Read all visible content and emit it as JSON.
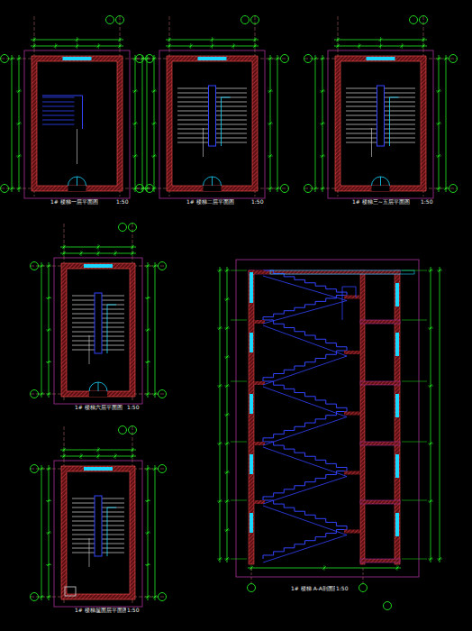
{
  "diagram": {
    "labels": [
      "1# 楼梯一层平面图",
      "1:50",
      "1# 楼梯二层平面图",
      "1:50",
      "1# 楼梯三~五层平面图",
      "1:50",
      "1# 楼梯六层平面图",
      "1:50",
      "1# 楼梯屋面层平面图",
      "1:50",
      "1# 楼梯 A-A剖面图",
      "1:50"
    ]
  }
}
